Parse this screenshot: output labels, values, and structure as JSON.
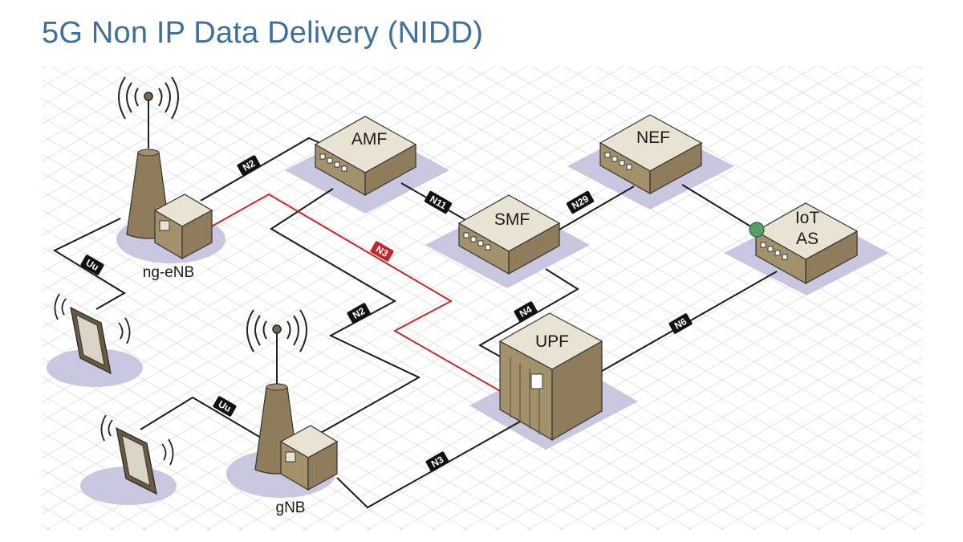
{
  "title": "5G Non IP Data Delivery (NIDD)",
  "nodes": {
    "amf": "AMF",
    "nef": "NEF",
    "smf": "SMF",
    "upf": "UPF",
    "iot_as_line1": "IoT",
    "iot_as_line2": "AS",
    "ng_enb": "ng-eNB",
    "gnb": "gNB"
  },
  "interfaces": {
    "n2_top": "N2",
    "n3_red": "N3",
    "n2_mid": "N2",
    "n11": "N11",
    "n29": "N29",
    "n4": "N4",
    "n6": "N6",
    "n3_bottom": "N3",
    "uu_top": "Uu",
    "uu_bottom": "Uu"
  },
  "colors": {
    "title": "#3d6fa1",
    "box_side": "#8f7c5b",
    "box_front": "#a3916c",
    "box_top": "#e8e3d3",
    "shadow": "#c9c6df",
    "link": "#1a1a1a",
    "user_plane_link": "#c0282d",
    "tag": "#111111",
    "connector_dot": "#5a9c6a"
  }
}
